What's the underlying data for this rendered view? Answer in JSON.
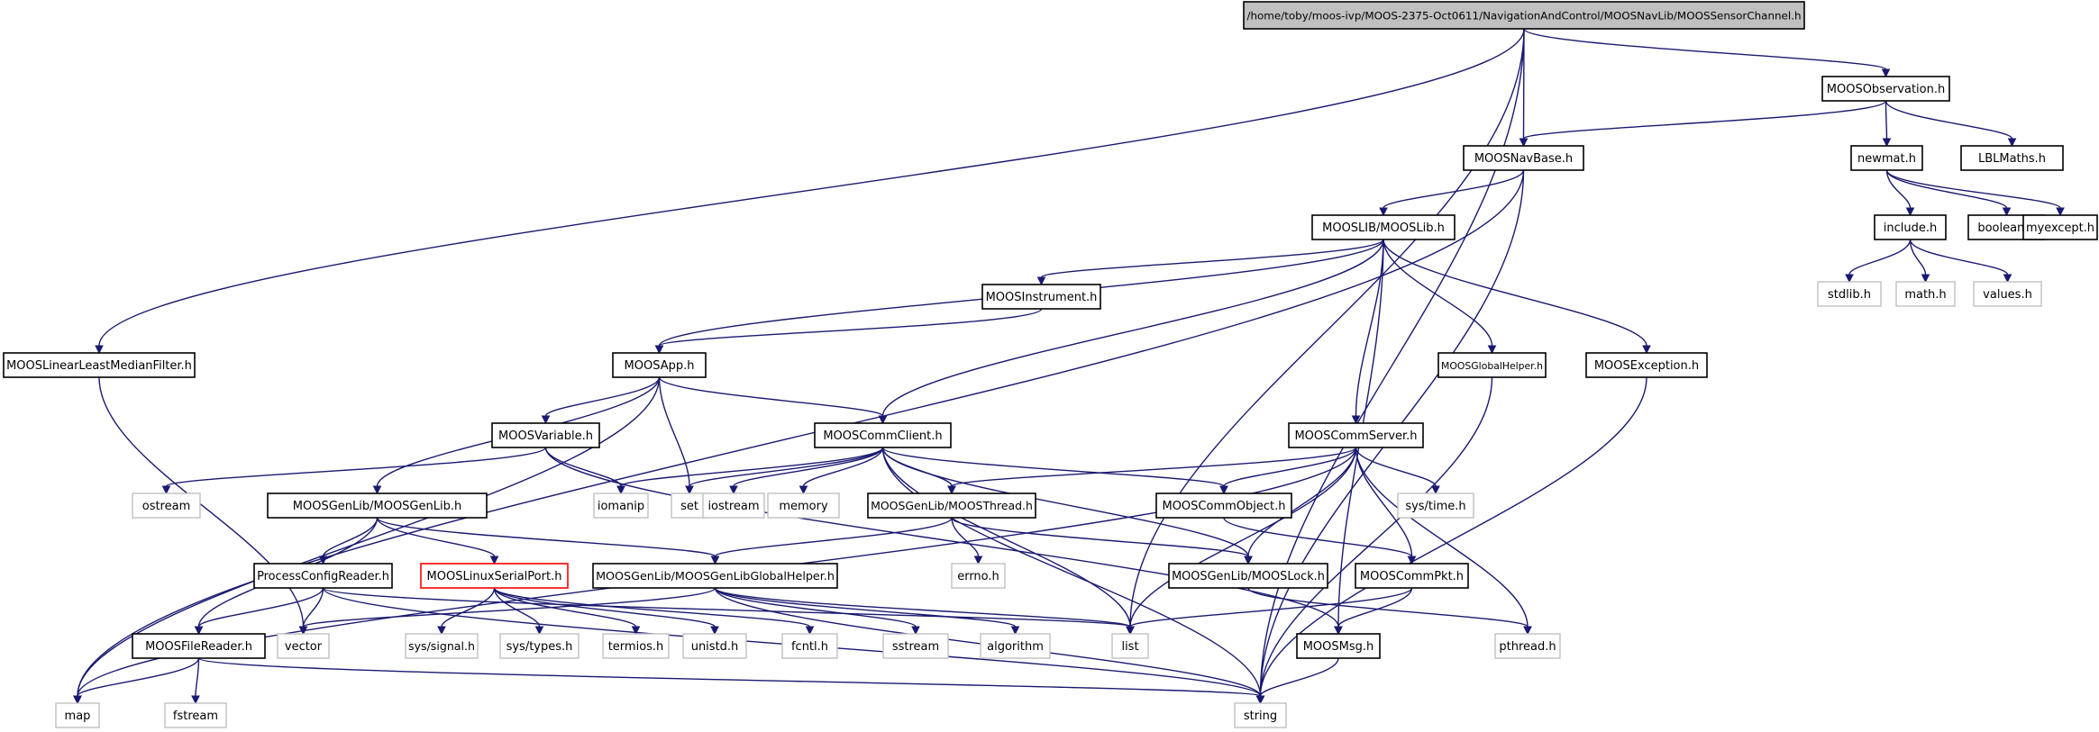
{
  "nodes": [
    {
      "id": "root",
      "label": "/home/toby/moos-ivp/MOOS-2375-Oct0611/NavigationAndControl/MOOSNavLib/MOOSSensorChannel.h",
      "style": "root"
    },
    {
      "id": "obs",
      "label": "MOOSObservation.h",
      "style": "normal"
    },
    {
      "id": "navbase",
      "label": "MOOSNavBase.h",
      "style": "normal"
    },
    {
      "id": "newmat",
      "label": "newmat.h",
      "style": "normal"
    },
    {
      "id": "lbl",
      "label": "LBLMaths.h",
      "style": "normal"
    },
    {
      "id": "mooslib",
      "label": "MOOSLIB/MOOSLib.h",
      "style": "normal"
    },
    {
      "id": "include",
      "label": "include.h",
      "style": "normal"
    },
    {
      "id": "boolean",
      "label": "boolean.h",
      "style": "normal"
    },
    {
      "id": "myexcept",
      "label": "myexcept.h",
      "style": "normal"
    },
    {
      "id": "stdlib",
      "label": "stdlib.h",
      "style": "external"
    },
    {
      "id": "math",
      "label": "math.h",
      "style": "external"
    },
    {
      "id": "values",
      "label": "values.h",
      "style": "external"
    },
    {
      "id": "instr",
      "label": "MOOSInstrument.h",
      "style": "normal"
    },
    {
      "id": "llmf",
      "label": "MOOSLinearLeastMedianFilter.h",
      "style": "normal"
    },
    {
      "id": "app",
      "label": "MOOSApp.h",
      "style": "normal"
    },
    {
      "id": "globhelp",
      "label": "MOOSGlobalHelper.h",
      "style": "normal"
    },
    {
      "id": "exc",
      "label": "MOOSException.h",
      "style": "normal"
    },
    {
      "id": "var",
      "label": "MOOSVariable.h",
      "style": "normal"
    },
    {
      "id": "client",
      "label": "MOOSCommClient.h",
      "style": "normal"
    },
    {
      "id": "server",
      "label": "MOOSCommServer.h",
      "style": "normal"
    },
    {
      "id": "ostream",
      "label": "ostream",
      "style": "external"
    },
    {
      "id": "genlib",
      "label": "MOOSGenLib/MOOSGenLib.h",
      "style": "normal"
    },
    {
      "id": "iomanip",
      "label": "iomanip",
      "style": "external"
    },
    {
      "id": "set",
      "label": "set",
      "style": "external"
    },
    {
      "id": "iostream",
      "label": "iostream",
      "style": "external"
    },
    {
      "id": "memory",
      "label": "memory",
      "style": "external"
    },
    {
      "id": "thread",
      "label": "MOOSGenLib/MOOSThread.h",
      "style": "normal"
    },
    {
      "id": "commobj",
      "label": "MOOSCommObject.h",
      "style": "normal"
    },
    {
      "id": "systime",
      "label": "sys/time.h",
      "style": "external"
    },
    {
      "id": "pcr",
      "label": "ProcessConfigReader.h",
      "style": "normal"
    },
    {
      "id": "serial",
      "label": "MOOSLinuxSerialPort.h",
      "style": "red"
    },
    {
      "id": "gghelp",
      "label": "MOOSGenLib/MOOSGenLibGlobalHelper.h",
      "style": "normal"
    },
    {
      "id": "errno",
      "label": "errno.h",
      "style": "external"
    },
    {
      "id": "lock",
      "label": "MOOSGenLib/MOOSLock.h",
      "style": "normal"
    },
    {
      "id": "pkt",
      "label": "MOOSCommPkt.h",
      "style": "normal"
    },
    {
      "id": "filereader",
      "label": "MOOSFileReader.h",
      "style": "normal"
    },
    {
      "id": "vector",
      "label": "vector",
      "style": "external"
    },
    {
      "id": "syssignal",
      "label": "sys/signal.h",
      "style": "external"
    },
    {
      "id": "systypes",
      "label": "sys/types.h",
      "style": "external"
    },
    {
      "id": "termios",
      "label": "termios.h",
      "style": "external"
    },
    {
      "id": "unistd",
      "label": "unistd.h",
      "style": "external"
    },
    {
      "id": "fcntl",
      "label": "fcntl.h",
      "style": "external"
    },
    {
      "id": "sstream",
      "label": "sstream",
      "style": "external"
    },
    {
      "id": "algorithm",
      "label": "algorithm",
      "style": "external"
    },
    {
      "id": "list",
      "label": "list",
      "style": "external"
    },
    {
      "id": "msg",
      "label": "MOOSMsg.h",
      "style": "normal"
    },
    {
      "id": "pthread",
      "label": "pthread.h",
      "style": "external"
    },
    {
      "id": "map",
      "label": "map",
      "style": "external"
    },
    {
      "id": "fstream",
      "label": "fstream",
      "style": "external"
    },
    {
      "id": "string",
      "label": "string",
      "style": "external"
    }
  ],
  "edges": [
    [
      "root",
      "obs"
    ],
    [
      "root",
      "navbase"
    ],
    [
      "root",
      "llmf"
    ],
    [
      "root",
      "string"
    ],
    [
      "root",
      "list"
    ],
    [
      "obs",
      "navbase"
    ],
    [
      "obs",
      "newmat"
    ],
    [
      "obs",
      "lbl"
    ],
    [
      "navbase",
      "mooslib"
    ],
    [
      "navbase",
      "map"
    ],
    [
      "navbase",
      "string"
    ],
    [
      "newmat",
      "include"
    ],
    [
      "newmat",
      "boolean"
    ],
    [
      "newmat",
      "myexcept"
    ],
    [
      "include",
      "stdlib"
    ],
    [
      "include",
      "math"
    ],
    [
      "include",
      "values"
    ],
    [
      "mooslib",
      "instr"
    ],
    [
      "mooslib",
      "app"
    ],
    [
      "mooslib",
      "client"
    ],
    [
      "mooslib",
      "server"
    ],
    [
      "mooslib",
      "msg"
    ],
    [
      "mooslib",
      "globhelp"
    ],
    [
      "mooslib",
      "exc"
    ],
    [
      "instr",
      "app"
    ],
    [
      "llmf",
      "vector"
    ],
    [
      "app",
      "var"
    ],
    [
      "app",
      "client"
    ],
    [
      "app",
      "genlib"
    ],
    [
      "app",
      "set"
    ],
    [
      "app",
      "map"
    ],
    [
      "var",
      "ostream"
    ],
    [
      "var",
      "iomanip"
    ],
    [
      "var",
      "msg"
    ],
    [
      "client",
      "iomanip"
    ],
    [
      "client",
      "set"
    ],
    [
      "client",
      "iostream"
    ],
    [
      "client",
      "memory"
    ],
    [
      "client",
      "thread"
    ],
    [
      "client",
      "commobj"
    ],
    [
      "client",
      "lock"
    ],
    [
      "client",
      "list"
    ],
    [
      "client",
      "string"
    ],
    [
      "server",
      "map"
    ],
    [
      "server",
      "thread"
    ],
    [
      "server",
      "commobj"
    ],
    [
      "server",
      "systime"
    ],
    [
      "server",
      "lock"
    ],
    [
      "server",
      "pkt"
    ],
    [
      "server",
      "list"
    ],
    [
      "server",
      "pthread"
    ],
    [
      "genlib",
      "pcr"
    ],
    [
      "genlib",
      "serial"
    ],
    [
      "genlib",
      "gghelp"
    ],
    [
      "genlib",
      "filereader"
    ],
    [
      "thread",
      "gghelp"
    ],
    [
      "thread",
      "errno"
    ],
    [
      "thread",
      "lock"
    ],
    [
      "commobj",
      "pkt"
    ],
    [
      "pcr",
      "filereader"
    ],
    [
      "pcr",
      "vector"
    ],
    [
      "pcr",
      "string"
    ],
    [
      "pcr",
      "list"
    ],
    [
      "serial",
      "syssignal"
    ],
    [
      "serial",
      "systypes"
    ],
    [
      "serial",
      "termios"
    ],
    [
      "serial",
      "unistd"
    ],
    [
      "serial",
      "fcntl"
    ],
    [
      "gghelp",
      "vector"
    ],
    [
      "gghelp",
      "sstream"
    ],
    [
      "gghelp",
      "algorithm"
    ],
    [
      "gghelp",
      "list"
    ],
    [
      "gghelp",
      "string"
    ],
    [
      "lock",
      "pthread"
    ],
    [
      "pkt",
      "msg"
    ],
    [
      "pkt",
      "list"
    ],
    [
      "filereader",
      "map"
    ],
    [
      "filereader",
      "fstream"
    ],
    [
      "filereader",
      "string"
    ],
    [
      "msg",
      "string"
    ],
    [
      "globhelp",
      "string"
    ],
    [
      "exc",
      "string"
    ]
  ]
}
